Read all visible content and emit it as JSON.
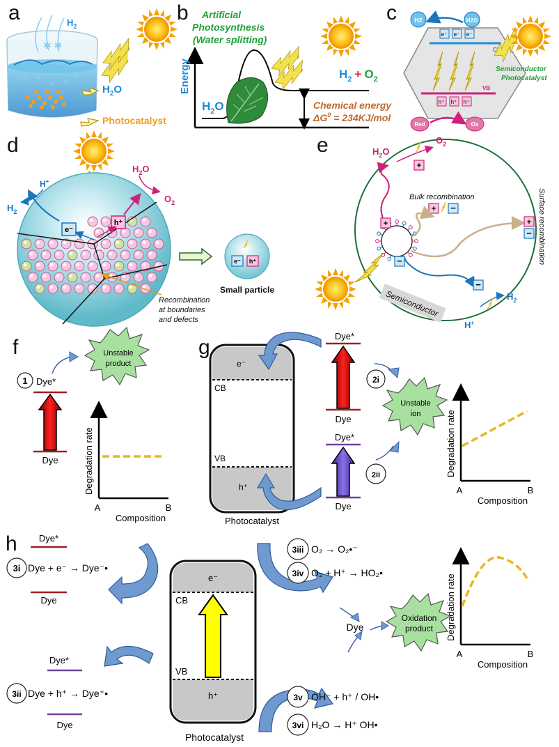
{
  "panels": {
    "a": {
      "letter": "a",
      "h2": "H",
      "h2_sub": "2",
      "h2o": "H",
      "h2o_sub": "2",
      "h2o_tail": "O",
      "photocatalyst": "Photocatalyst"
    },
    "b": {
      "letter": "b",
      "title_line1": "Artificial",
      "title_line2": "Photosynthesis",
      "title_line3": "(Water splitting)",
      "energy_axis": "Energy",
      "h2o": "H",
      "h2o_sub": "2",
      "h2o_tail": "O",
      "products_h2": "H",
      "products_h2_sub": "2",
      "products_plus": "+",
      "products_o2": "O",
      "products_o2_sub": "2",
      "chem_line1": "Chemical energy",
      "chem_line2_pre": "ΔG",
      "chem_line2_sup": "0",
      "chem_line2_post": " = 234KJ/mol"
    },
    "c": {
      "letter": "c",
      "h2": "H2",
      "h2o": "H2O",
      "cb": "CB",
      "vb": "VB",
      "electron": "e⁻",
      "hole": "h⁺",
      "label_line1": "Semiconductor",
      "label_line2": "Photocatalyst",
      "red": "Red",
      "ox": "Ox"
    },
    "d": {
      "letter": "d",
      "hplus": "H",
      "hplus_sup": "+",
      "h2": "H",
      "h2_sub": "2",
      "h2o": "H",
      "h2o_sub": "2",
      "h2o_tail": "O",
      "o2": "O",
      "o2_sub": "2",
      "electron": "e⁻",
      "hole": "h⁺",
      "small_particle": "Small particle",
      "recomb_line1": "Recombination",
      "recomb_line2": "at boundaries",
      "recomb_line3": "and defects"
    },
    "e": {
      "letter": "e",
      "h2o": "H",
      "h2o_sub": "2",
      "h2o_tail": "O",
      "o2": "O",
      "o2_sub": "2",
      "bulk": "Bulk recombination",
      "surface": "Surface recombination",
      "semiconductor": "Semiconductor",
      "h2": "H",
      "h2_sub": "2",
      "hplus": "H",
      "hplus_sup": "+"
    },
    "f": {
      "letter": "f",
      "dye_star": "Dye*",
      "dye": "Dye",
      "circle": "1",
      "burst_line1": "Unstable",
      "burst_line2": "product",
      "ylabel": "Degradation rate",
      "xlabel": "Composition",
      "x_a": "A",
      "x_b": "B"
    },
    "g": {
      "letter": "g",
      "electron": "e⁻",
      "cb": "CB",
      "vb": "VB",
      "hole": "h⁺",
      "photocatalyst": "Photocatalyst",
      "dye_star": "Dye*",
      "dye": "Dye",
      "circle_2i": "2i",
      "circle_2ii": "2ii",
      "burst_line1": "Unstable",
      "burst_line2": "ion",
      "ylabel": "Degradation rate",
      "xlabel": "Composition",
      "x_a": "A",
      "x_b": "B"
    },
    "h": {
      "letter": "h",
      "dye_star": "Dye*",
      "dye": "Dye",
      "r3i_circle": "3i",
      "r3i_text": "Dye + e⁻ → Dye⁻•",
      "r3ii_circle": "3ii",
      "r3ii_text": "Dye + h⁺ → Dye⁺•",
      "electron": "e⁻",
      "cb": "CB",
      "vb": "VB",
      "hole": "h⁺",
      "photocatalyst": "Photocatalyst",
      "r3iii_circle": "3iii",
      "r3iii_text": "O₂ → O₂•⁻",
      "r3iv_circle": "3iv",
      "r3iv_text": "O₂ + H⁺ → HO₂•",
      "r3v_circle": "3v",
      "r3v_text": "OH⁻ + h⁺ / OH•",
      "r3vi_circle": "3vi",
      "r3vi_text": "H₂O → H⁺ OH•",
      "center_dye": "Dye",
      "burst_line1": "Oxidation",
      "burst_line2": "product",
      "ylabel": "Degradation rate",
      "xlabel": "Composition",
      "x_a": "A",
      "x_b": "B"
    }
  },
  "colors": {
    "sun": "#f5a100",
    "sun_core": "#fdd030",
    "bolt": "#f2e14c",
    "blue_text": "#1b8dd8",
    "green_text": "#1fa03a",
    "orange_text": "#c06a30",
    "photocatalyst_orange": "#f0a020",
    "dye_red": "#a02020",
    "dye_purple": "#7040a0",
    "dashed_yellow": "#e8b820",
    "burst_green": "#a8e0a0",
    "arrow_blue": "#6e9ad0",
    "magenta": "#d0207a"
  }
}
